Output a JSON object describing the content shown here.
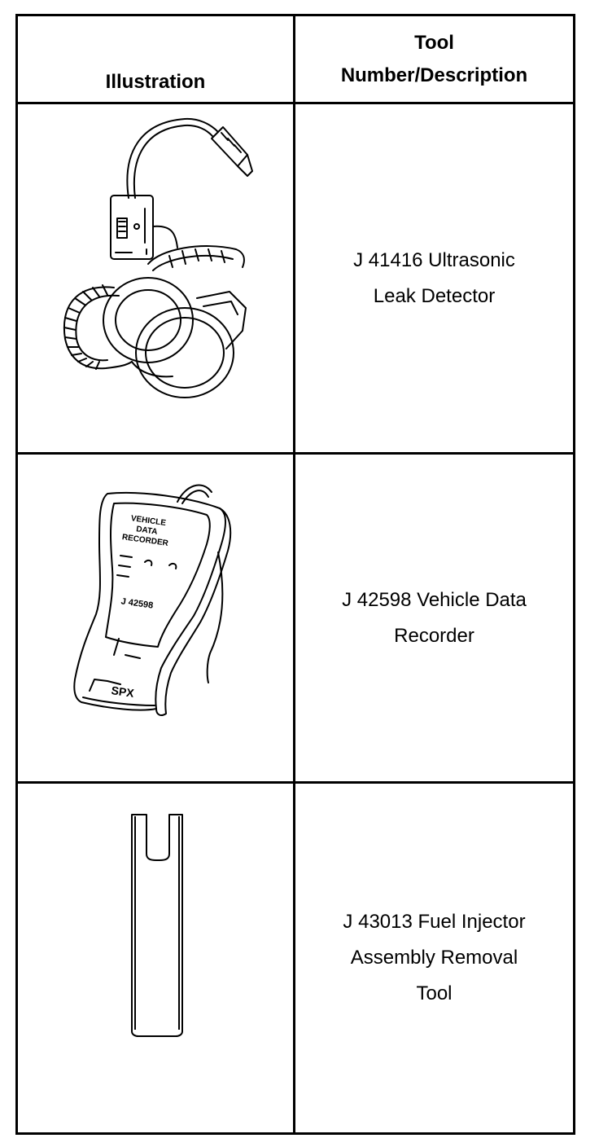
{
  "table": {
    "header": {
      "illustration": "Illustration",
      "tool_line1": "Tool",
      "tool_line2": "Number/Description"
    },
    "rows": [
      {
        "desc_lines": [
          "J 41416 Ultrasonic",
          "Leak Detector"
        ]
      },
      {
        "desc_lines": [
          "J 42598 Vehicle Data",
          "Recorder"
        ],
        "device_lines": [
          "VEHICLE",
          "DATA",
          "RECORDER"
        ],
        "device_model": "J 42598",
        "device_brand": "SPX"
      },
      {
        "desc_lines": [
          "J 43013 Fuel Injector",
          "Assembly Removal",
          "Tool"
        ]
      }
    ]
  }
}
